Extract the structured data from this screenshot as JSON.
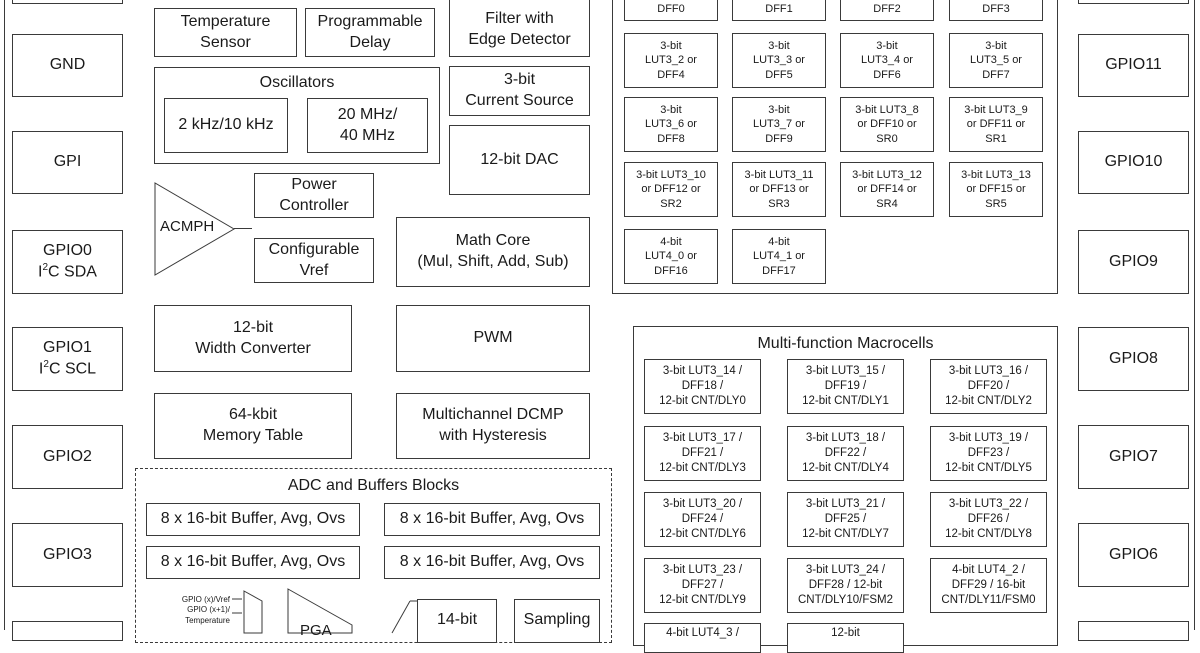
{
  "pins_left": [
    {
      "id": "gnd",
      "label": "GND"
    },
    {
      "id": "gpi",
      "label": "GPI"
    },
    {
      "id": "gpio0",
      "label": "GPIO0",
      "sub_pre": "I",
      "sub_sup": "2",
      "sub_post": "C SDA"
    },
    {
      "id": "gpio1",
      "label": "GPIO1",
      "sub_pre": "I",
      "sub_sup": "2",
      "sub_post": "C SCL"
    },
    {
      "id": "gpio2",
      "label": "GPIO2"
    },
    {
      "id": "gpio3",
      "label": "GPIO3"
    }
  ],
  "pins_right": [
    {
      "id": "gpio11",
      "label": "GPIO11"
    },
    {
      "id": "gpio10",
      "label": "GPIO10"
    },
    {
      "id": "gpio9",
      "label": "GPIO9"
    },
    {
      "id": "gpio8",
      "label": "GPIO8"
    },
    {
      "id": "gpio7",
      "label": "GPIO7"
    },
    {
      "id": "gpio6",
      "label": "GPIO6"
    }
  ],
  "blocks": {
    "temp_sensor": "Temperature\nSensor",
    "prog_delay": "Programmable\nDelay",
    "filter": "Filter with\nEdge Detector",
    "oscillators_title": "Oscillators",
    "osc_low": "2 kHz/10 kHz",
    "osc_high": "20 MHz/\n40 MHz",
    "current_source": "3-bit\nCurrent Source",
    "dac": "12-bit DAC",
    "power_controller": "Power\nController",
    "acmph": "ACMPH",
    "config_vref": "Configurable\nVref",
    "math_core": "Math Core\n(Mul, Shift, Add, Sub)",
    "width_converter": "12-bit\nWidth Converter",
    "pwm": "PWM",
    "memory_table": "64-kbit\nMemory Table",
    "dcmp": "Multichannel DCMP\nwith Hysteresis",
    "adc_title": "ADC and Buffers Blocks",
    "buffer": "8 x 16-bit Buffer, Avg, Ovs",
    "adc_14bit": "14-bit",
    "sampling": "Sampling",
    "pga": "PGA",
    "mux_inputs": "GPIO (x)/Vref\nGPIO (x+1)/\nTemperature"
  },
  "lut_cells": [
    "DFF0",
    "DFF1",
    "DFF2",
    "DFF3",
    "3-bit\nLUT3_2 or\nDFF4",
    "3-bit\nLUT3_3 or\nDFF5",
    "3-bit\nLUT3_4 or\nDFF6",
    "3-bit\nLUT3_5 or\nDFF7",
    "3-bit\nLUT3_6 or\nDFF8",
    "3-bit\nLUT3_7 or\nDFF9",
    "3-bit LUT3_8\nor DFF10 or\nSR0",
    "3-bit LUT3_9\nor DFF11 or\nSR1",
    "3-bit LUT3_10\nor DFF12 or\nSR2",
    "3-bit LUT3_11\nor DFF13 or\nSR3",
    "3-bit LUT3_12\nor DFF14 or\nSR4",
    "3-bit LUT3_13\nor DFF15 or\nSR5",
    "4-bit\nLUT4_0 or\nDFF16",
    "4-bit\nLUT4_1 or\nDFF17"
  ],
  "multifunction": {
    "title": "Multi-function Macrocells",
    "cells": [
      "3-bit LUT3_14 /\nDFF18 /\n12-bit CNT/DLY0",
      "3-bit LUT3_15 /\nDFF19 /\n12-bit CNT/DLY1",
      "3-bit LUT3_16 /\nDFF20 /\n12-bit CNT/DLY2",
      "3-bit LUT3_17 /\nDFF21 /\n12-bit CNT/DLY3",
      "3-bit LUT3_18 /\nDFF22 /\n12-bit CNT/DLY4",
      "3-bit LUT3_19 /\nDFF23 /\n12-bit CNT/DLY5",
      "3-bit LUT3_20 /\nDFF24 /\n12-bit CNT/DLY6",
      "3-bit LUT3_21 /\nDFF25 /\n12-bit CNT/DLY7",
      "3-bit LUT3_22 /\nDFF26 /\n12-bit CNT/DLY8",
      "3-bit LUT3_23 /\nDFF27 /\n12-bit CNT/DLY9",
      "3-bit LUT3_24 /\nDFF28 / 12-bit\nCNT/DLY10/FSM2",
      "4-bit LUT4_2 /\nDFF29 / 16-bit\nCNT/DLY11/FSM0",
      "4-bit LUT4_3 /",
      "12-bit"
    ]
  }
}
